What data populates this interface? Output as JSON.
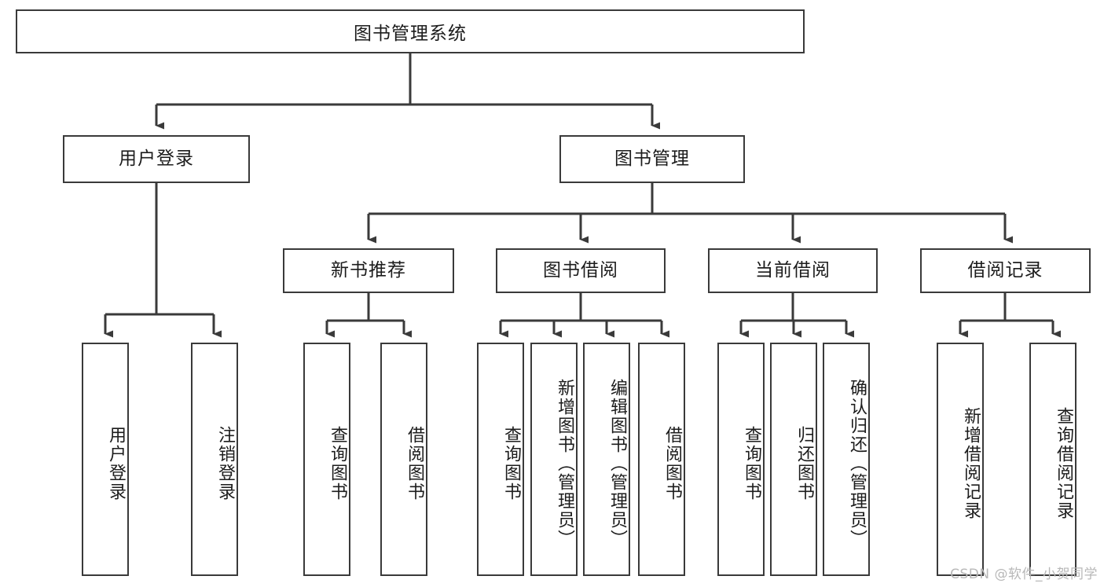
{
  "diagram": {
    "title": "图书管理系统",
    "type": "tree",
    "watermark": "CSDN @软件_小贺同学",
    "line_color": "#3a3a3a",
    "box_fill": "#ffffff",
    "text_color": "#1c1c1c",
    "watermark_color": "#b8b8b8"
  },
  "nodes": {
    "root": {
      "label": "图书管理系统"
    },
    "level2": [
      {
        "label": "用户登录"
      },
      {
        "label": "图书管理"
      }
    ],
    "level3": [
      {
        "label": "新书推荐"
      },
      {
        "label": "图书借阅"
      },
      {
        "label": "当前借阅"
      },
      {
        "label": "借阅记录"
      }
    ],
    "leaves": {
      "user_login": [
        {
          "label": "用户登录"
        },
        {
          "label": "注销登录"
        }
      ],
      "new_book_recommend": [
        {
          "label": "查询图书"
        },
        {
          "label": "借阅图书"
        }
      ],
      "book_borrow": [
        {
          "label": "查询图书"
        },
        {
          "label": "新增图书（管理员）"
        },
        {
          "label": "编辑图书（管理员）"
        },
        {
          "label": "借阅图书"
        }
      ],
      "current_borrow": [
        {
          "label": "查询图书"
        },
        {
          "label": "归还图书"
        },
        {
          "label": "确认归还（管理员）"
        }
      ],
      "borrow_record": [
        {
          "label": "新增借阅记录"
        },
        {
          "label": "查询借阅记录"
        }
      ]
    }
  }
}
